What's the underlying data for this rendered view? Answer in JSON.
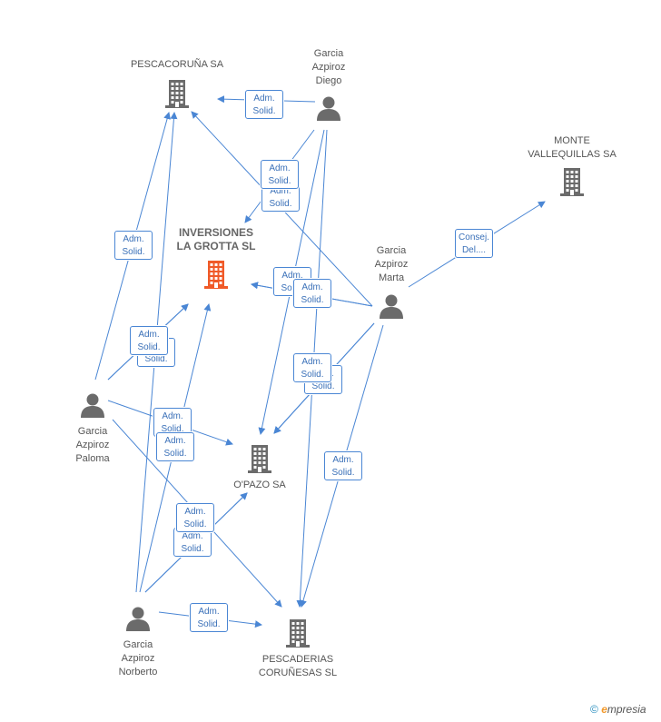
{
  "colors": {
    "edge": "#4a86d4",
    "company": "#6b6b6b",
    "focus_company": "#f05a28",
    "person": "#6b6b6b"
  },
  "nodes": [
    {
      "id": "pescacoruna",
      "type": "company",
      "label": "PESCACORUÑA SA"
    },
    {
      "id": "diego",
      "type": "person",
      "label": "Garcia\nAzpiroz\nDiego"
    },
    {
      "id": "monte",
      "type": "company",
      "label": "MONTE\nVALLEQUILLAS SA"
    },
    {
      "id": "grotta",
      "type": "company",
      "focus": true,
      "label": "INVERSIONES\nLA GROTTA SL"
    },
    {
      "id": "marta",
      "type": "person",
      "label": "Garcia\nAzpiroz\nMarta"
    },
    {
      "id": "paloma",
      "type": "person",
      "label": "Garcia\nAzpiroz\nPaloma"
    },
    {
      "id": "opazo",
      "type": "company",
      "label": "O'PAZO SA"
    },
    {
      "id": "norberto",
      "type": "person",
      "label": "Garcia\nAzpiroz\nNorberto"
    },
    {
      "id": "pescaderias",
      "type": "company",
      "label": "PESCADERIAS\nCORUÑESAS SL"
    }
  ],
  "edges": [
    {
      "from": "diego",
      "to": "pescacoruna",
      "label": "Adm.\nSolid."
    },
    {
      "from": "diego",
      "to": "grotta",
      "label": "Adm.\nSolid."
    },
    {
      "from": "diego",
      "to": "opazo",
      "label": ""
    },
    {
      "from": "diego",
      "to": "pescaderias",
      "label": ""
    },
    {
      "from": "marta",
      "to": "monte",
      "label": "Consej.\nDel...."
    },
    {
      "from": "marta",
      "to": "pescacoruna",
      "label": "Adm.\nSolid."
    },
    {
      "from": "marta",
      "to": "grotta",
      "label": "Adm.\nSolid."
    },
    {
      "from": "marta",
      "to": "grotta",
      "label": "Adm.\nSolid."
    },
    {
      "from": "marta",
      "to": "opazo",
      "label": "Adm.\nSolid."
    },
    {
      "from": "marta",
      "to": "opazo",
      "label": "Adm.\nSolid."
    },
    {
      "from": "marta",
      "to": "pescaderias",
      "label": "Adm.\nSolid."
    },
    {
      "from": "paloma",
      "to": "pescacoruna",
      "label": "Adm.\nSolid."
    },
    {
      "from": "paloma",
      "to": "grotta",
      "label": "Adm.\nSolid."
    },
    {
      "from": "paloma",
      "to": "grotta",
      "label": "Adm.\nSolid."
    },
    {
      "from": "paloma",
      "to": "opazo",
      "label": "Adm.\nSolid."
    },
    {
      "from": "paloma",
      "to": "pescaderias",
      "label": ""
    },
    {
      "from": "norberto",
      "to": "pescacoruna",
      "label": ""
    },
    {
      "from": "norberto",
      "to": "grotta",
      "label": "Adm.\nSolid."
    },
    {
      "from": "norberto",
      "to": "opazo",
      "label": "Adm.\nSolid."
    },
    {
      "from": "norberto",
      "to": "opazo",
      "label": "Adm.\nSolid."
    },
    {
      "from": "norberto",
      "to": "pescaderias",
      "label": "Adm.\nSolid."
    }
  ],
  "footer": {
    "copyright": "©",
    "brand_e": "e",
    "brand_rest": "mpresia"
  }
}
